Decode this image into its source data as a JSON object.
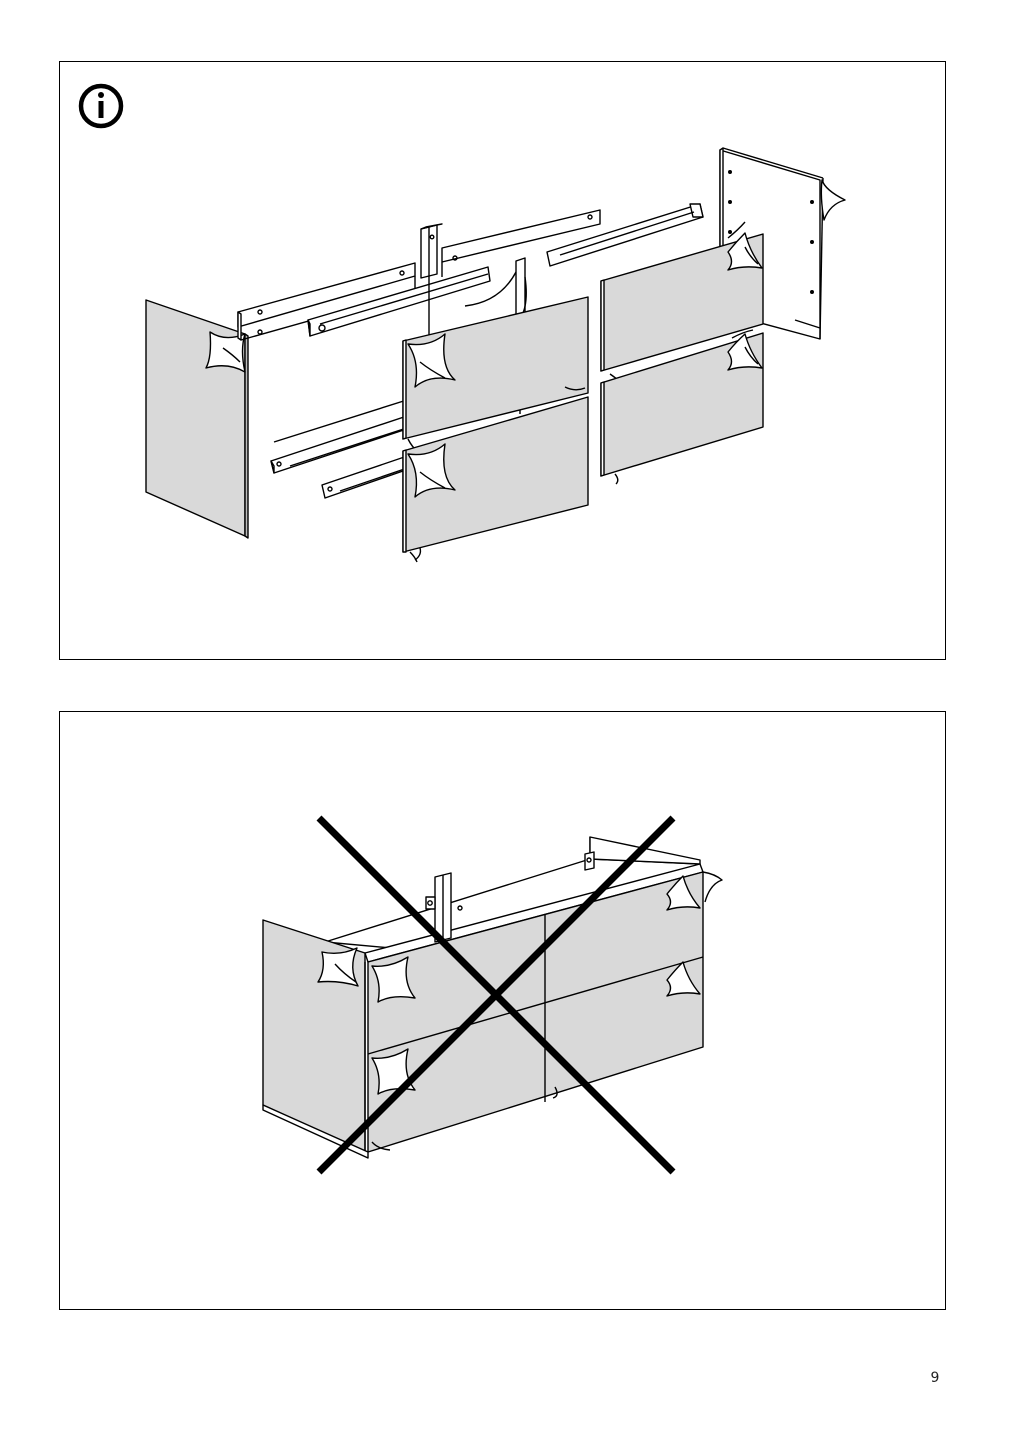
{
  "page": {
    "number": "9"
  },
  "panels": [
    {
      "id": "top",
      "icon": "info-icon",
      "illustration": "exploded-cabinet-parts-with-protective-film"
    },
    {
      "id": "bottom",
      "icon": "cross-mark-icon",
      "illustration": "assembled-cabinet-with-protective-film"
    }
  ],
  "colors": {
    "line": "#000000",
    "panel_fill": "#d9d9d9",
    "background": "#ffffff"
  }
}
